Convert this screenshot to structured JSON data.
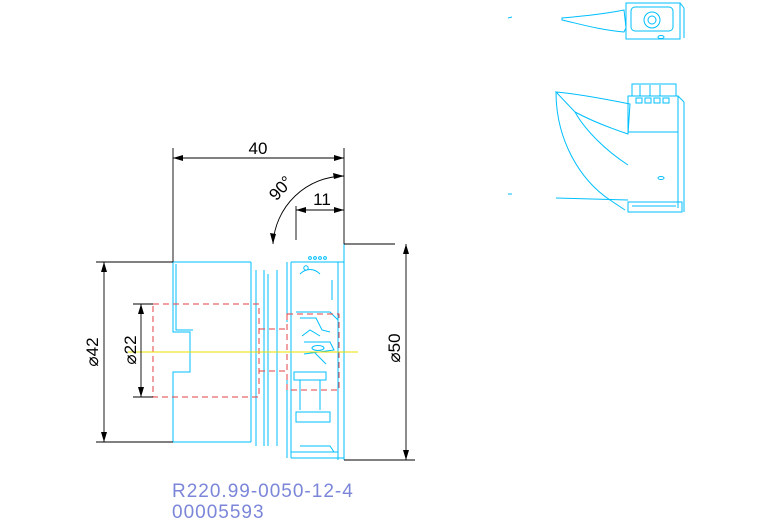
{
  "dimensions": {
    "length_40": "40",
    "angle_90": "90°",
    "length_11": "11",
    "diameter_42": "⌀42",
    "diameter_22": "⌀22",
    "diameter_50": "⌀50"
  },
  "title_block": {
    "part_number": "R220.99-0050-12-4",
    "code": "00005593"
  },
  "colors": {
    "outline": "#00bfff",
    "dimension": "#000000",
    "hidden": "#e04040",
    "centerline": "#e8e000",
    "label": "#7b86d9"
  }
}
